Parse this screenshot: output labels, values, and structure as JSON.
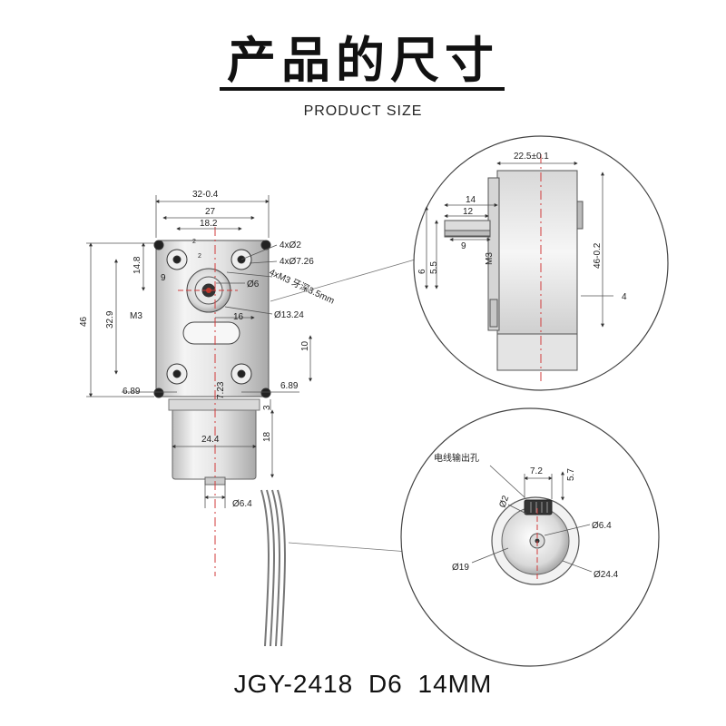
{
  "header": {
    "title_cn": "产品的尺寸",
    "title_en": "PRODUCT SIZE"
  },
  "footer": {
    "model": "JGY-2418  D6  14MM"
  },
  "front_view": {
    "dims": {
      "w_overall": "32-0.4",
      "w_27": "27",
      "w_18_2": "18.2",
      "d_2_top": "2",
      "d_2_side": "2",
      "holes_d2": "4xØ2",
      "holes_d726": "4xØ7.26",
      "m3_depth": "4xM3 牙深3.5mm",
      "shaft_d6": "Ø6",
      "boss_d1324": "Ø13.24",
      "d_16": "16",
      "h_46": "46",
      "h_32_9": "32.9",
      "h_14_8": "14.8",
      "d_9": "9",
      "m3": "M3",
      "d_10": "10",
      "d_6_89_left": "6.89",
      "d_6_89_right": "6.89",
      "d_7_23": "7.23",
      "d_3": "3",
      "d_18": "18",
      "d_24_4": "24.4",
      "d_6_4": "Ø6.4"
    }
  },
  "side_view": {
    "dims": {
      "w_22_5": "22.5±0.1",
      "d_14": "14",
      "d_12": "12",
      "d_9": "9",
      "m3": "M3",
      "d_6": "6",
      "d_5_5": "5.5",
      "h_46": "46-0.2",
      "d_4": "4"
    }
  },
  "rear_view": {
    "dims": {
      "wire_hole": "电线输出孔",
      "d_7_2": "7.2",
      "d_5_7": "5.7",
      "d_2": "Ø2",
      "d_6_4": "Ø6.4",
      "d_19": "Ø19",
      "d_24_4": "Ø24.4"
    }
  },
  "colors": {
    "line": "#333333",
    "centerline": "#d23b3b",
    "metal_light": "#eeeeee",
    "metal_mid": "#c9c9c9",
    "metal_dark": "#8a8a8a"
  }
}
